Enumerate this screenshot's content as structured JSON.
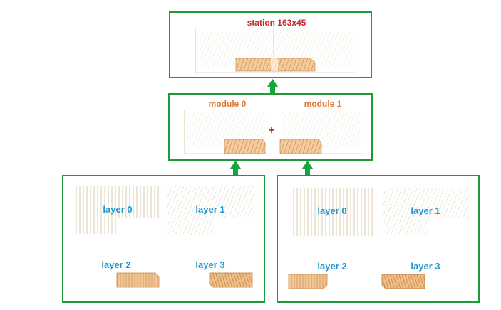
{
  "station": {
    "title": "station 163x45"
  },
  "modules": {
    "module0_label": "module 0",
    "module1_label": "module 1",
    "plus": "+"
  },
  "left_group": {
    "layer0": "layer 0",
    "layer1": "layer 1",
    "layer2": "layer 2",
    "layer3": "layer 3"
  },
  "right_group": {
    "layer0": "layer 0",
    "layer1": "layer 1",
    "layer2": "layer 2",
    "layer3": "layer 3"
  },
  "colors": {
    "frame": "#1e9a3c",
    "arrow": "#17a63d",
    "title_red": "#c8282d",
    "module_orange": "#e07a30",
    "layer_blue": "#1e96d2",
    "wire": "#d8c8a0",
    "panel_fill": "#f2c796",
    "panel_stroke": "#c88a50"
  }
}
